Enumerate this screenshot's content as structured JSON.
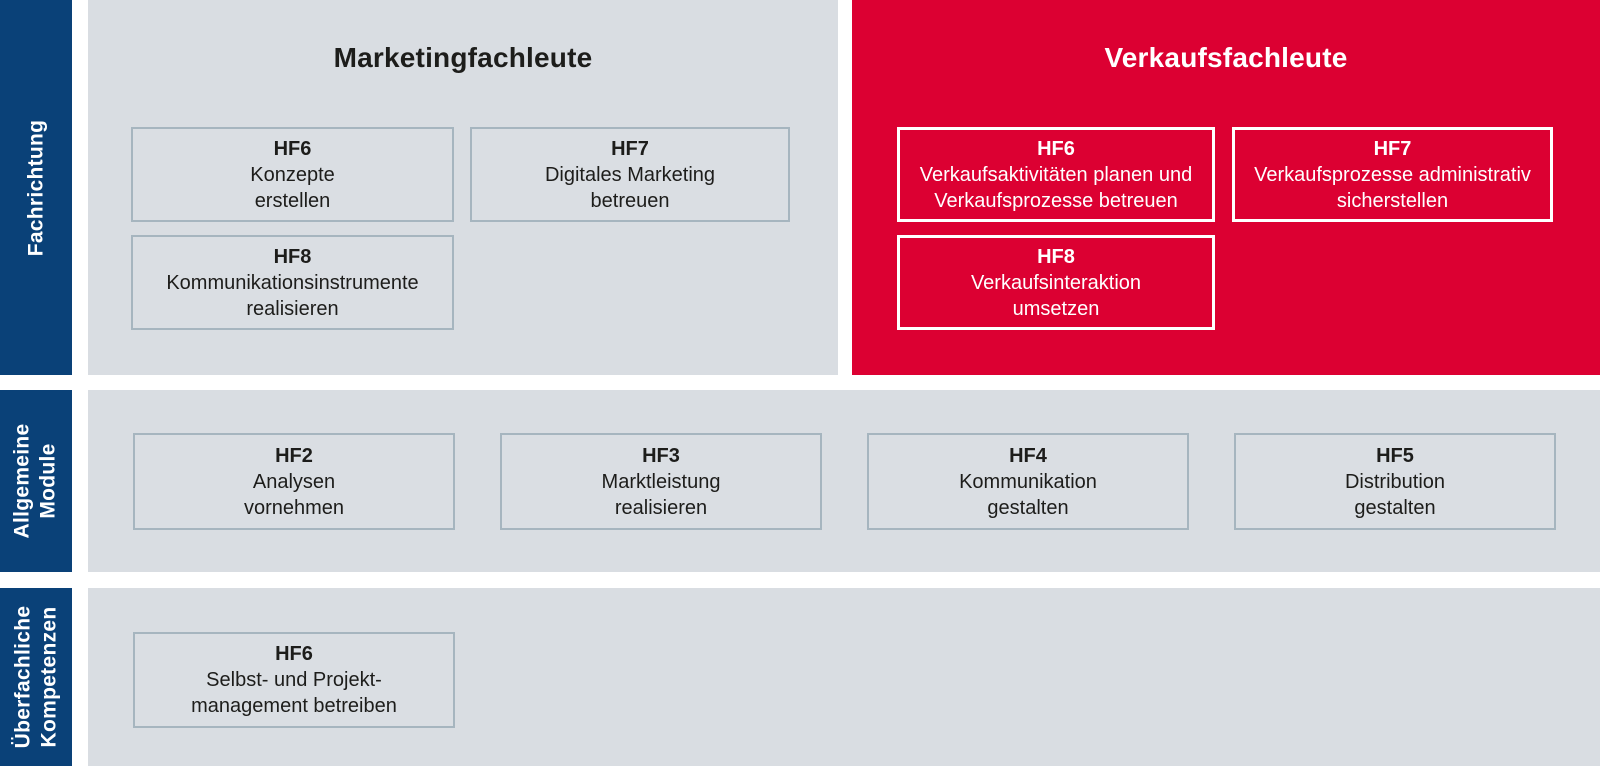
{
  "colors": {
    "sidebar_blue": "#0a4178",
    "accent_red": "#dc0032",
    "panel_gray": "#d9dde2",
    "box_border_gray": "#a6b5bf",
    "text_dark": "#1d1d1b",
    "text_white": "#ffffff"
  },
  "sidebar": {
    "rows": [
      {
        "label": "Fachrichtung"
      },
      {
        "label": "Allgemeine\nModule"
      },
      {
        "label": "Überfachliche\nKompetenzen"
      }
    ]
  },
  "sections": {
    "marketing": {
      "title": "Marketingfachleute",
      "modules": [
        {
          "code": "HF6",
          "lines": [
            "Konzepte",
            "erstellen"
          ]
        },
        {
          "code": "HF7",
          "lines": [
            "Digitales Marketing",
            "betreuen"
          ]
        },
        {
          "code": "HF8",
          "lines": [
            "Kommunikationsinstrumente",
            "realisieren"
          ]
        }
      ]
    },
    "verkauf": {
      "title": "Verkaufsfachleute",
      "modules": [
        {
          "code": "HF6",
          "lines": [
            "Verkaufsaktivitäten planen und",
            "Verkaufsprozesse betreuen"
          ]
        },
        {
          "code": "HF7",
          "lines": [
            "Verkaufsprozesse administrativ",
            "sicherstellen"
          ]
        },
        {
          "code": "HF8",
          "lines": [
            "Verkaufsinteraktion",
            "umsetzen"
          ]
        }
      ]
    },
    "allgemeine_module": {
      "modules": [
        {
          "code": "HF2",
          "lines": [
            "Analysen",
            "vornehmen"
          ]
        },
        {
          "code": "HF3",
          "lines": [
            "Marktleistung",
            "realisieren"
          ]
        },
        {
          "code": "HF4",
          "lines": [
            "Kommunikation",
            "gestalten"
          ]
        },
        {
          "code": "HF5",
          "lines": [
            "Distribution",
            "gestalten"
          ]
        }
      ]
    },
    "ueberfachliche_kompetenzen": {
      "modules": [
        {
          "code": "HF6",
          "lines": [
            "Selbst- und Projekt-",
            "management betreiben"
          ]
        }
      ]
    }
  }
}
